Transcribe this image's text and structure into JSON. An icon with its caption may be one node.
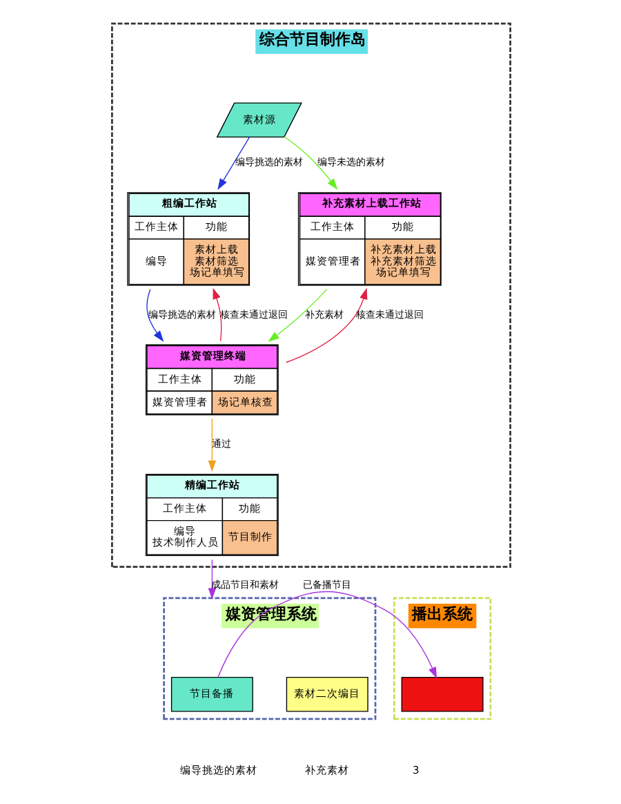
{
  "diagram": {
    "nodes": [
      {
        "text": [
          "综合节目制作岛"
        ]
      },
      {
        "text": [
          "素材源"
        ],
        "in": 0
      },
      {
        "text": [
          "粗编工作站",
          "工作主体",
          "功能",
          "编导",
          "素材上载",
          "素材筛选",
          "场记单填写"
        ],
        "in": 0
      },
      {
        "text": [
          "补充素材上载工作站",
          "工作主体",
          "功能",
          "媒资管理者",
          "补充素材上载",
          "补充素材筛选",
          "场记单填写"
        ],
        "in": 0
      },
      {
        "text": [
          "媒资管理终端",
          "工作主体",
          "功能",
          "媒资管理者",
          "场记单核查"
        ],
        "in": 0
      },
      {
        "text": [
          "精编工作站",
          "工作主体",
          "功能",
          "编导",
          "技术制作人员",
          "节目制作"
        ],
        "in": 0
      },
      {
        "text": [
          "媒资管理系统"
        ]
      },
      {
        "text": [
          "素材二次编目"
        ],
        "in": 6
      },
      {
        "text": [
          "节目备播"
        ],
        "in": 6
      },
      {
        "text": [
          "播出系统"
        ]
      },
      {
        "text": [],
        "shape": "box",
        "in": 9
      }
    ],
    "edges": [
      {
        "from": 1,
        "to": 2,
        "arrow": "to",
        "label": "编导挑选的素材",
        "color": "#2233dd"
      },
      {
        "from": 1,
        "to": 3,
        "arrow": "to",
        "label": "编导未选的素材",
        "color": "#66ee22"
      },
      {
        "from": 2,
        "to": 4,
        "arrow": "to",
        "label": "编导挑选的素材",
        "color": "#2233dd"
      },
      {
        "from": 3,
        "to": 4,
        "arrow": "to",
        "label": "补充素材",
        "color": "#66ee22"
      },
      {
        "from": 4,
        "to": 2,
        "arrow": "to",
        "label": "核查未通过退回",
        "color": "#dd2244"
      },
      {
        "from": 4,
        "to": 3,
        "arrow": "to",
        "label": "核查未通过退回",
        "color": "#dd2244"
      },
      {
        "from": 4,
        "to": 5,
        "arrow": "to",
        "label": "通过",
        "color": "#f0a020"
      },
      {
        "from": 5,
        "to": 6,
        "arrow": "to",
        "label": "成品节目和素材",
        "color": "#aa33dd"
      },
      {
        "from": 8,
        "to": 10,
        "arrow": "to",
        "label": "已备播节目",
        "color": "#aa33dd"
      }
    ],
    "labels": [
      "编导挑选的素材",
      "补充素材",
      "3"
    ]
  }
}
